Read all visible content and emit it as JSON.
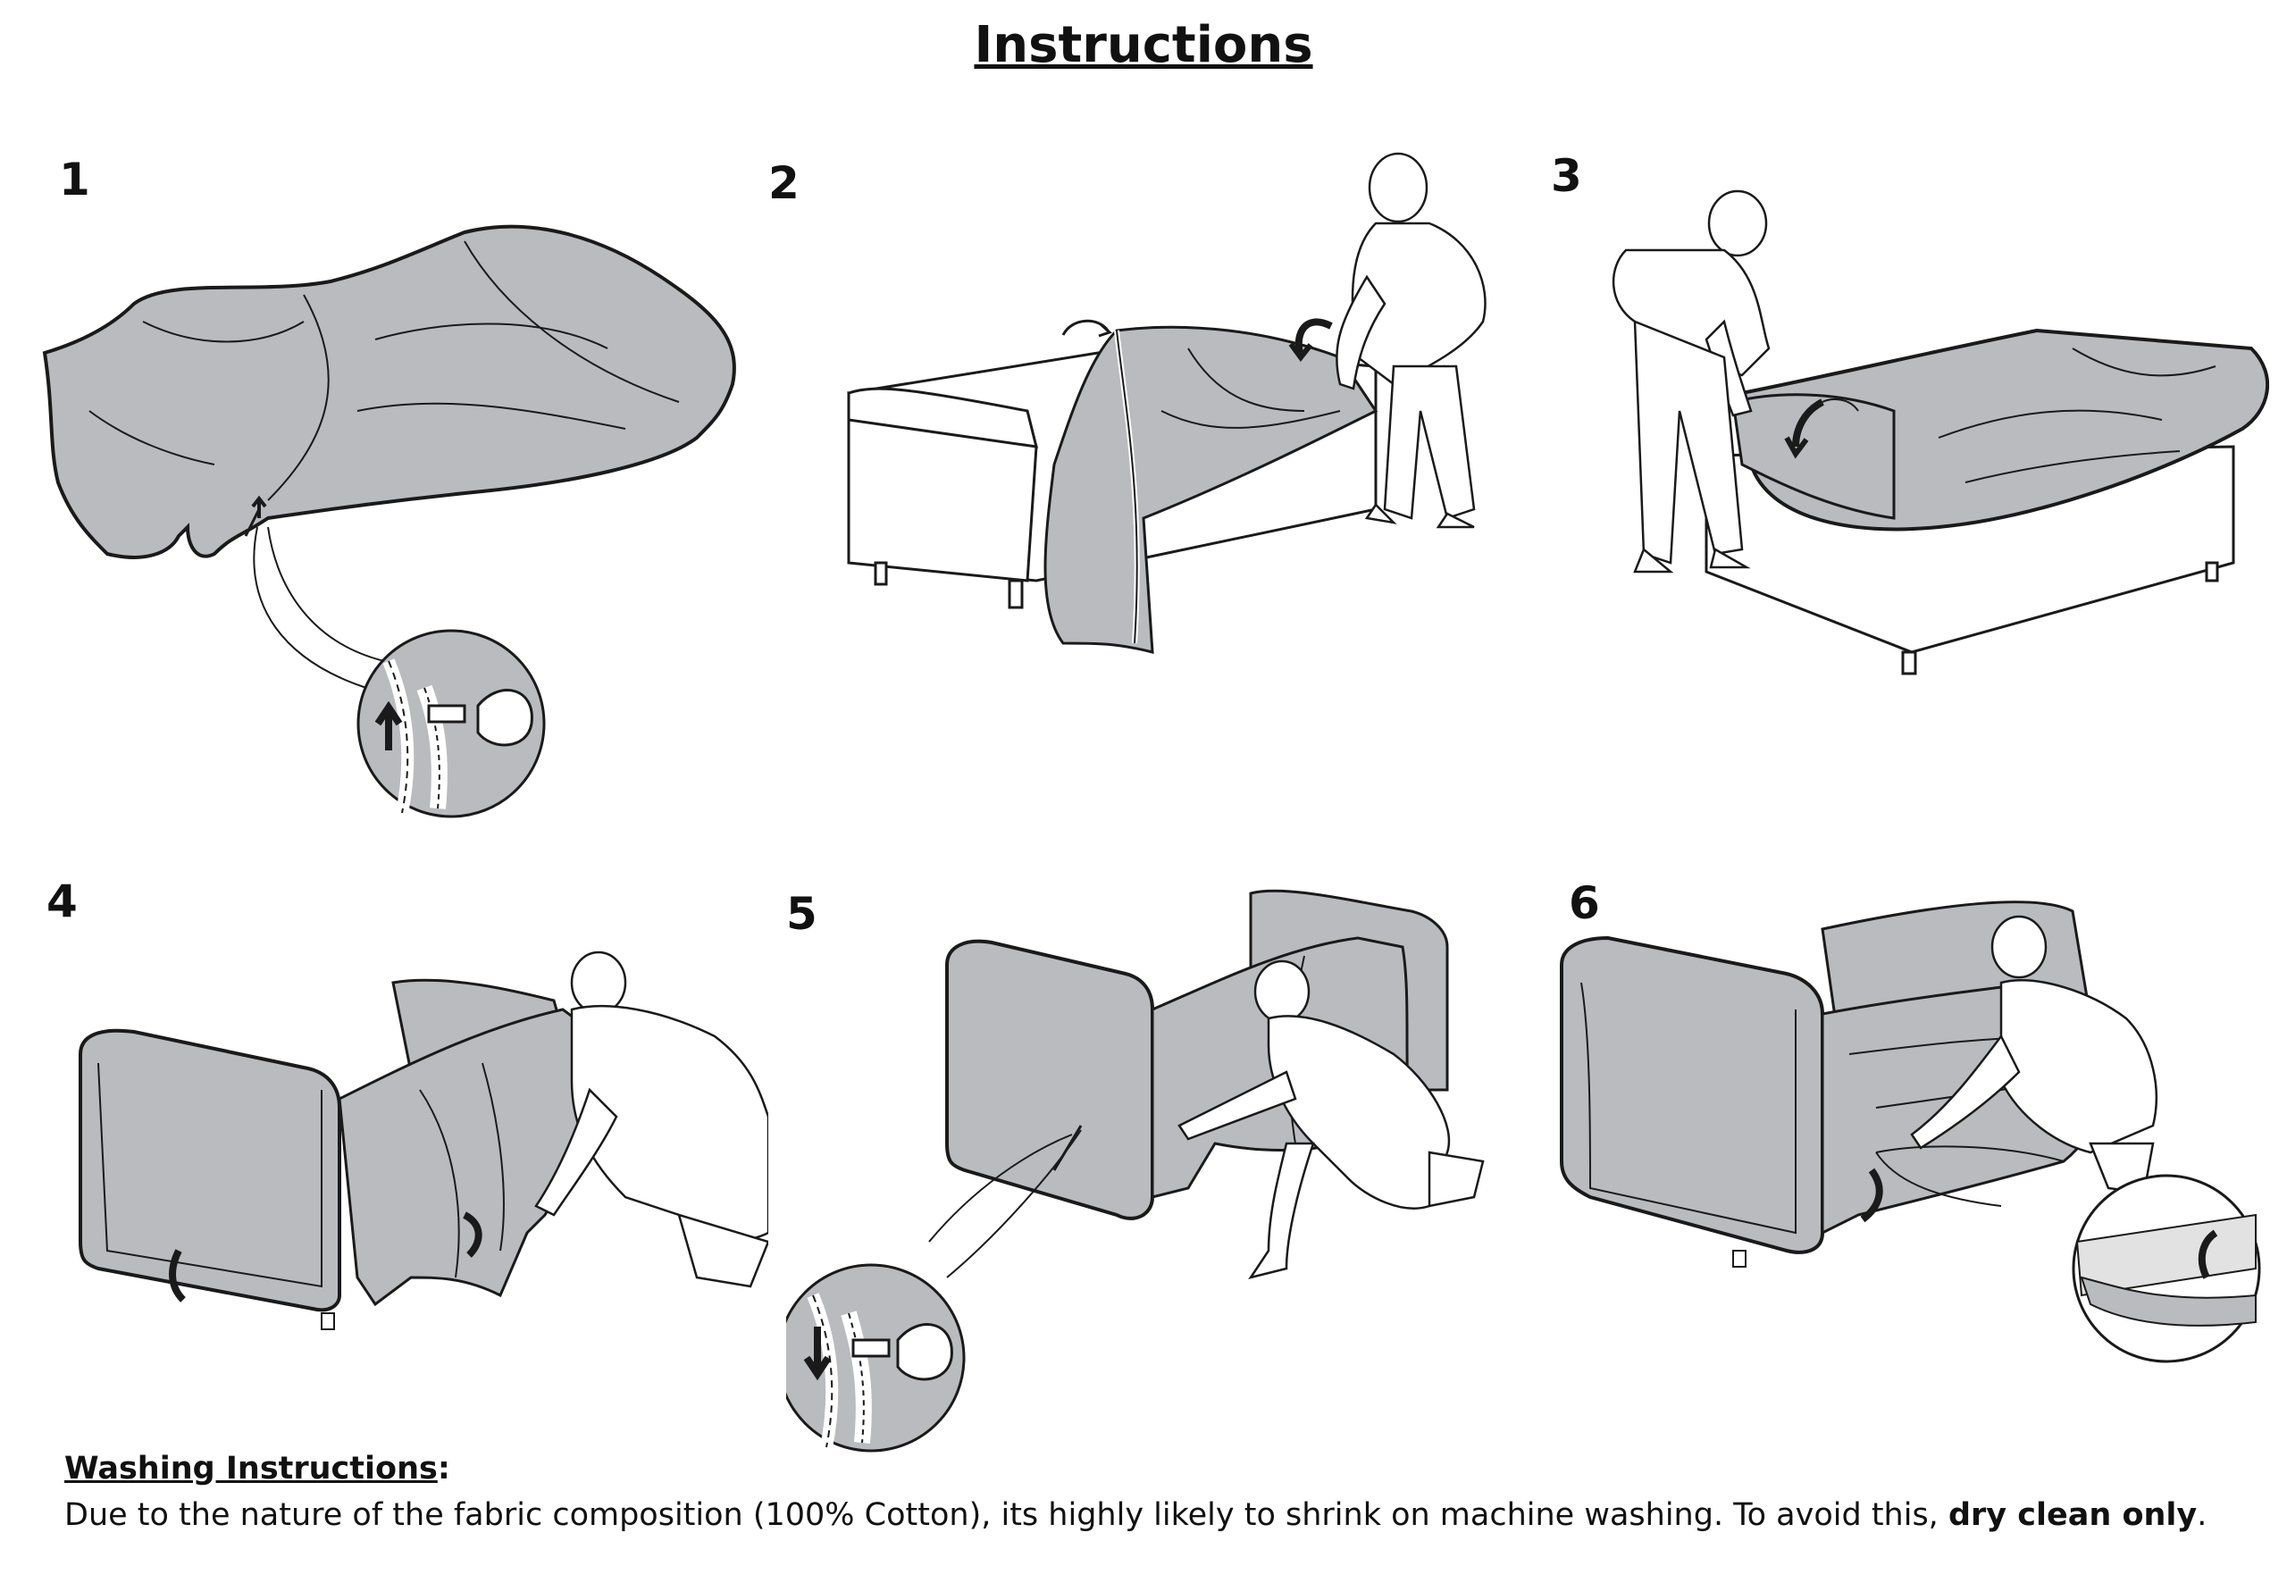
{
  "title": "Instructions",
  "steps": [
    {
      "number": "1"
    },
    {
      "number": "2"
    },
    {
      "number": "3"
    },
    {
      "number": "4"
    },
    {
      "number": "5"
    },
    {
      "number": "6"
    }
  ],
  "washing": {
    "heading": "Washing Instructions",
    "heading_suffix": ":",
    "body_main": "Due to the nature of the fabric composition (100% Cotton), its highly likely to shrink on machine washing. To avoid this, ",
    "body_bold": "dry clean only",
    "body_end": "."
  },
  "colors": {
    "cover_fill": "#b9bbbf",
    "line": "#1a1a1a",
    "background": "#ffffff"
  }
}
